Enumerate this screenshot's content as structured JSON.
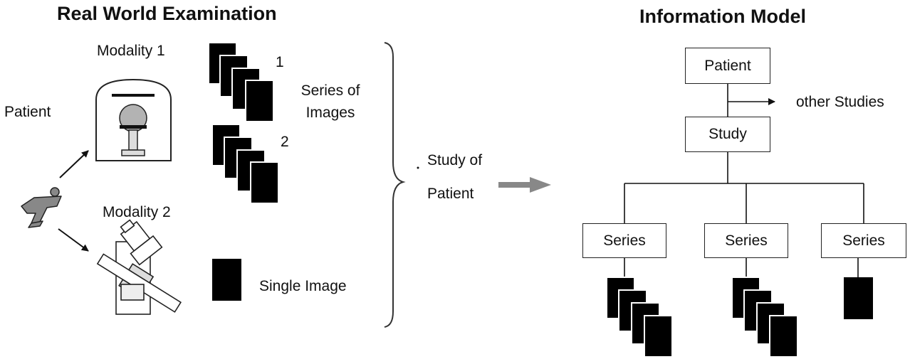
{
  "left_panel": {
    "title": "Real World Examination",
    "patient_label": "Patient",
    "modality_1_label": "Modality 1",
    "modality_2_label": "Modality 2",
    "series_1_number": "1",
    "series_2_number": "2",
    "series_caption_line1": "Series of",
    "series_caption_line2": "Images",
    "single_image_label": "Single Image",
    "study_label_line1": "Study of",
    "study_label_line2": "Patient"
  },
  "right_panel": {
    "title": "Information Model",
    "patient_box": "Patient",
    "study_box": "Study",
    "other_studies_label": "other Studies",
    "series_boxes": [
      "Series",
      "Series",
      "Series"
    ]
  },
  "colors": {
    "line": "#111111",
    "image_fill": "#000000",
    "transfer_arrow": "#888888"
  },
  "icons": [
    "person-icon",
    "ct-scanner-icon",
    "xray-machine-icon",
    "image-stack-icon",
    "single-image-icon",
    "brace-icon",
    "arrow-icon"
  ]
}
